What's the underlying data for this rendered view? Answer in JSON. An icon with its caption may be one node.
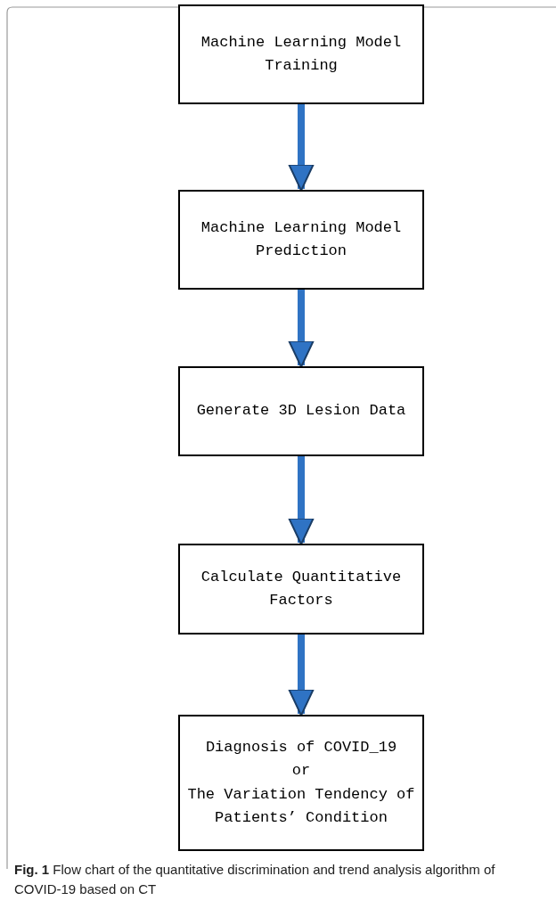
{
  "diagram": {
    "caption": "**Fig. 1** Flow chart of the quantitative discrimination and trend analysis algorithm of COVID-19 based on CT",
    "nodes": [
      {
        "text": [
          "Machine Learning Model Training"
        ]
      },
      {
        "text": [
          "Machine Learning Model Prediction"
        ]
      },
      {
        "text": [
          "Generate 3D Lesion Data"
        ]
      },
      {
        "text": [
          "Calculate Quantitative Factors"
        ]
      },
      {
        "text": [
          "Diagnosis of COVID_19",
          "or",
          "The Variation Tendency of Patients’ Condition"
        ]
      }
    ],
    "edges": [
      {
        "from": 0,
        "to": 1,
        "arrow": "to"
      },
      {
        "from": 1,
        "to": 2,
        "arrow": "to"
      },
      {
        "from": 2,
        "to": 3,
        "arrow": "to"
      },
      {
        "from": 3,
        "to": 4,
        "arrow": "to"
      }
    ]
  }
}
